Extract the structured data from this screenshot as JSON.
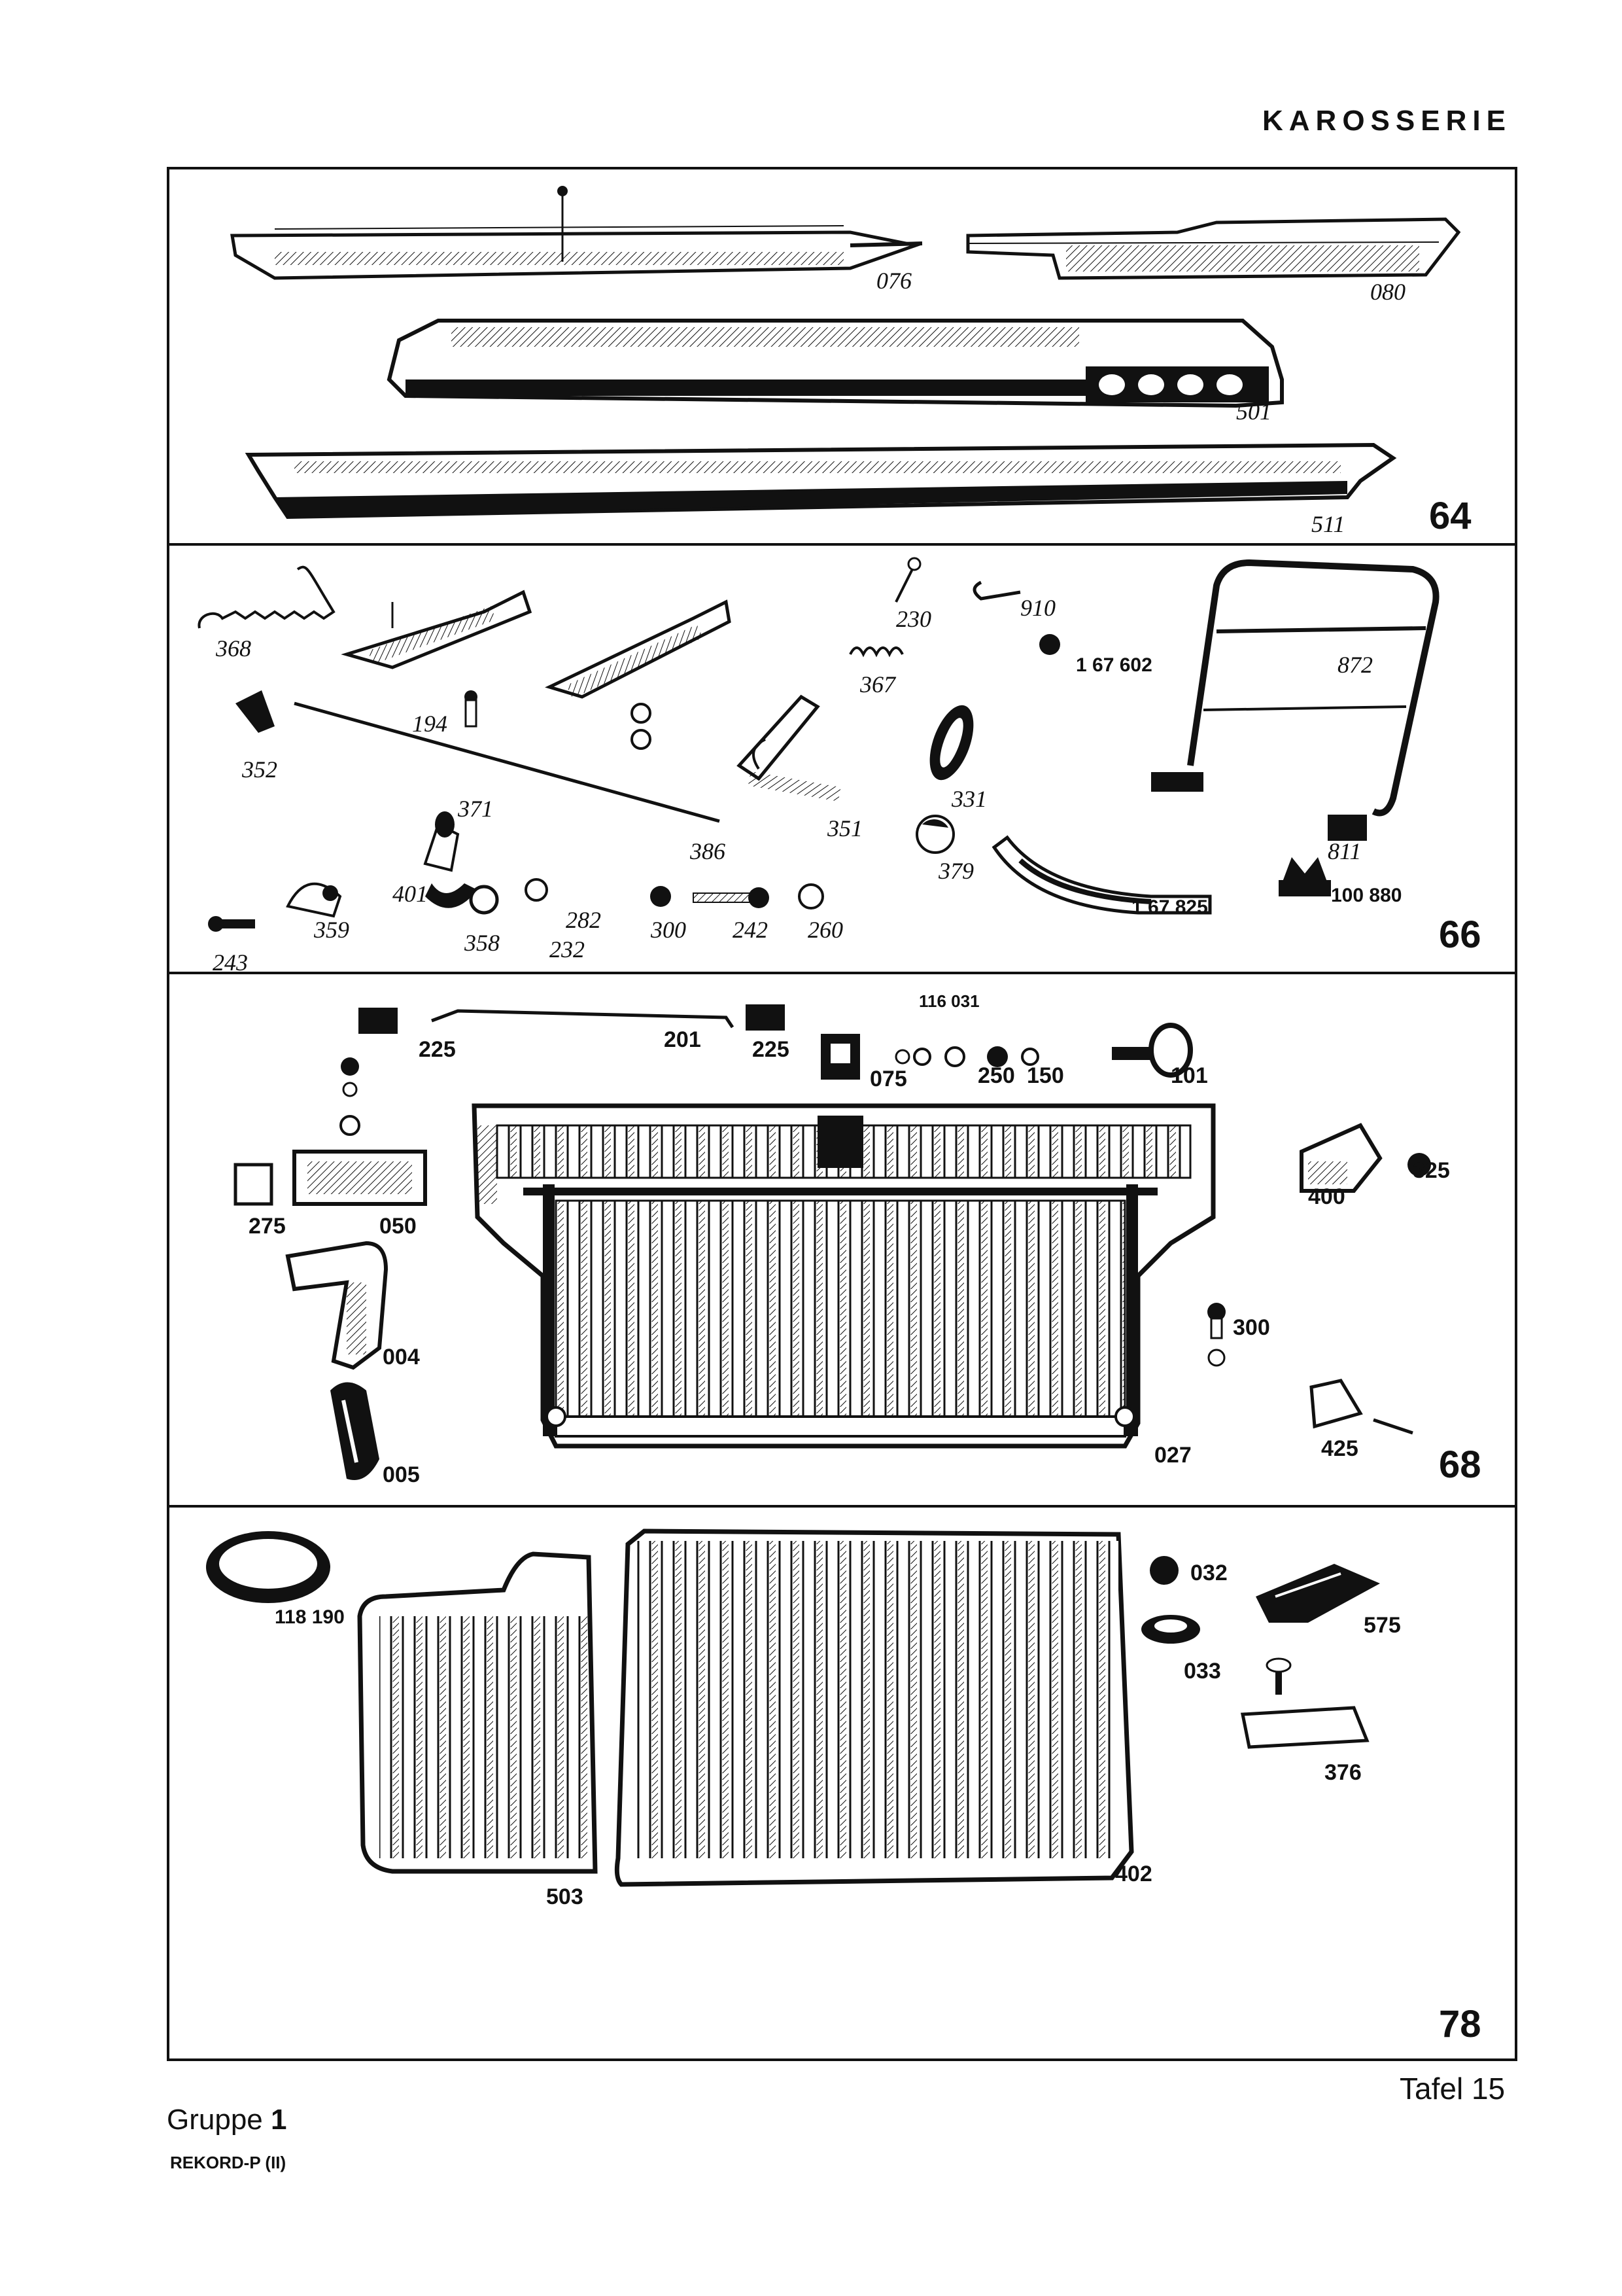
{
  "header": {
    "title": "KAROSSERIE"
  },
  "panels": [
    {
      "number": "64",
      "labels": [
        "076",
        "080",
        "501",
        "511"
      ]
    },
    {
      "number": "66",
      "labels": [
        "368",
        "194",
        "352",
        "230",
        "367",
        "910",
        "1 67 602",
        "872",
        "371",
        "386",
        "351",
        "331",
        "379",
        "811",
        "401",
        "282",
        "359",
        "358",
        "232",
        "243",
        "300",
        "242",
        "260",
        "1 67 825",
        "100 880"
      ]
    },
    {
      "number": "68",
      "labels": [
        "116 031",
        "225",
        "201",
        "225",
        "075",
        "250",
        "150",
        "101",
        "275",
        "050",
        "400",
        "325",
        "004",
        "300",
        "005",
        "027",
        "425"
      ]
    },
    {
      "number": "78",
      "labels": [
        "118 190",
        "032",
        "575",
        "033",
        "376",
        "503",
        "402"
      ]
    }
  ],
  "footer": {
    "group_label": "Gruppe",
    "group_number": "1",
    "model": "REKORD-P (II)",
    "plate_label": "Tafel",
    "plate_number": "15"
  }
}
